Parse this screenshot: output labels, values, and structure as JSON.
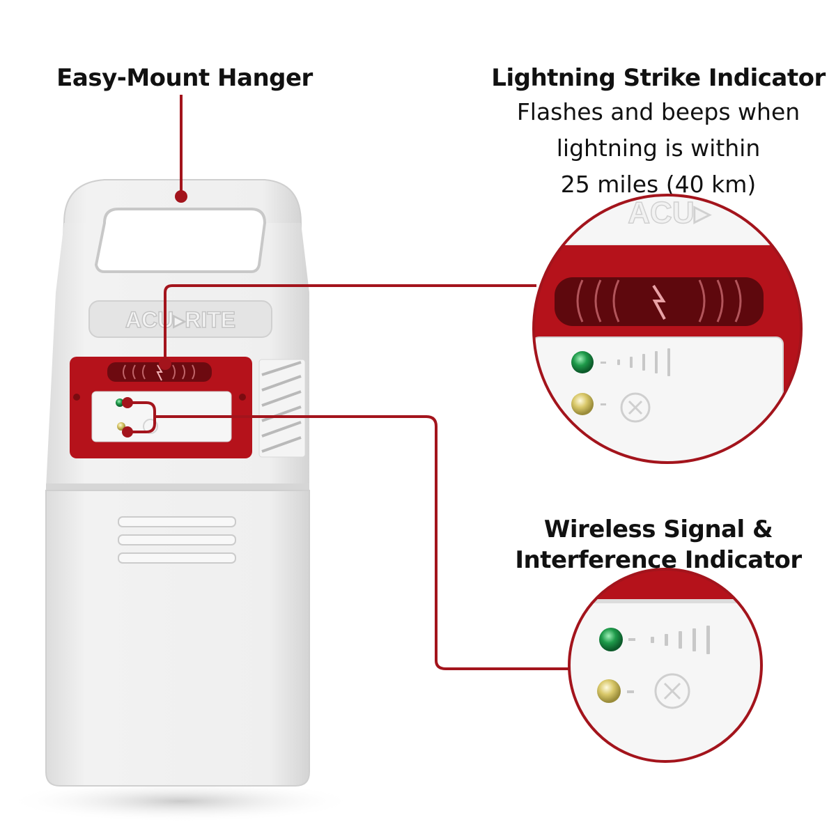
{
  "labels": {
    "hanger": {
      "title": "Easy-Mount Hanger"
    },
    "lightning": {
      "title": "Lightning Strike Indicator",
      "desc_lines": [
        "Flashes and beeps when",
        "lightning is within",
        "25 miles (40 km)"
      ]
    },
    "wireless": {
      "title_lines": [
        "Wireless Signal &",
        "Interference Indicator"
      ]
    }
  },
  "device": {
    "brand": "ACU▸RITE",
    "brand_zoomed": "ACU▸"
  },
  "colors": {
    "callout": "#a3141c",
    "device_body": "#ececec",
    "device_shadow": "#d8d8d8",
    "red_panel": "#b5121b",
    "led_green": "#1e9a4a",
    "led_yellow": "#d9c86a"
  }
}
